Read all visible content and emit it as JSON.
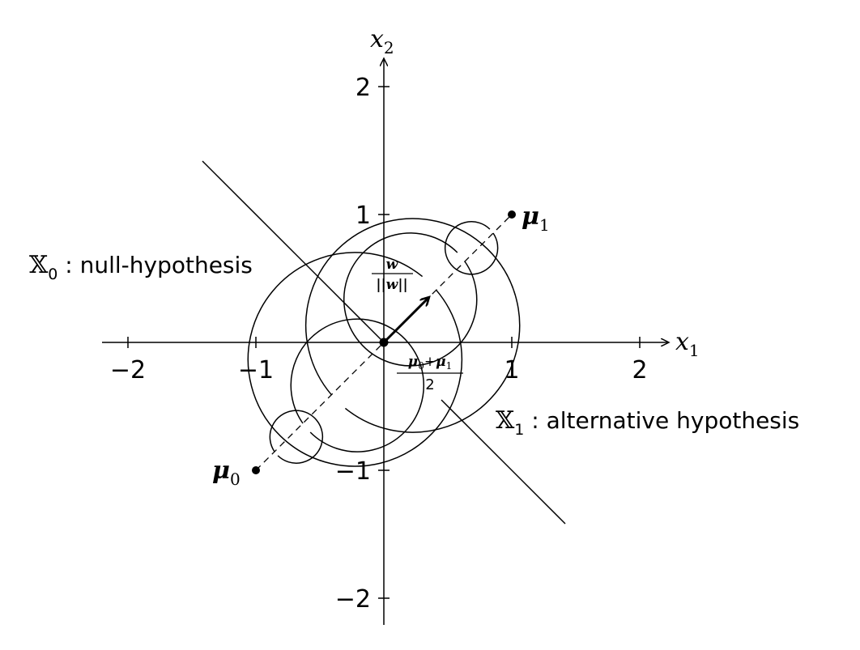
{
  "axes": {
    "x_label": "x",
    "x_label_sub": "1",
    "y_label": "x",
    "y_label_sub": "2",
    "x_ticks": [
      "−2",
      "−1",
      "1",
      "2"
    ],
    "y_ticks": [
      "2",
      "1",
      "−1",
      "−2"
    ]
  },
  "points": {
    "mu0": {
      "label": "μ",
      "sub": "0",
      "x": -1,
      "y": -1
    },
    "mu1": {
      "label": "μ",
      "sub": "1",
      "x": 1,
      "y": 1
    },
    "origin": {
      "x": 0,
      "y": 0
    }
  },
  "regions": {
    "null": {
      "symbol": "𝕏",
      "sub": "0",
      "text": " : null-hypothesis"
    },
    "alt": {
      "symbol": "𝕏",
      "sub": "1",
      "text": " : alternative hypothesis"
    }
  },
  "annotations": {
    "w_numerator": "w",
    "w_denominator": "||w||",
    "mid_numerator_a": "μ",
    "mid_numerator_a_sub": "0",
    "mid_plus": "+",
    "mid_numerator_b": "μ",
    "mid_numerator_b_sub": "1",
    "mid_denominator": "2"
  },
  "colors": {
    "stroke": "#000000",
    "background": "#ffffff"
  }
}
